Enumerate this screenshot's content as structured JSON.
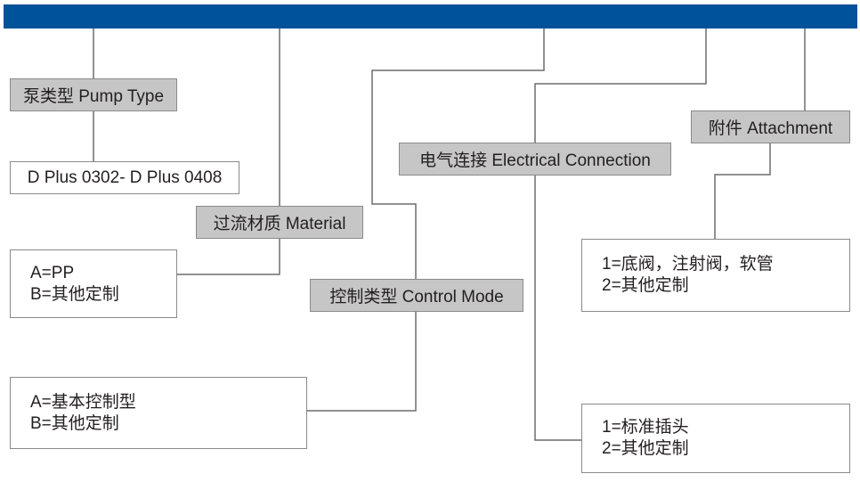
{
  "header_bar_color": "#00529b",
  "label_box_color": "#c6c6c6",
  "pump_type": {
    "label": "泵类型 Pump Type",
    "options": [
      "D Plus 0302- D Plus 0408"
    ]
  },
  "material": {
    "label": "过流材质 Material",
    "options": [
      "A=PP",
      "B=其他定制"
    ]
  },
  "control_mode": {
    "label": "控制类型 Control Mode",
    "options": [
      "A=基本控制型",
      "B=其他定制"
    ]
  },
  "electrical_connection": {
    "label": "电气连接 Electrical Connection",
    "options": [
      "1=标准插头",
      "2=其他定制"
    ]
  },
  "attachment": {
    "label": "附件 Attachment",
    "options": [
      "1=底阀，注射阀，软管",
      "2=其他定制"
    ]
  }
}
